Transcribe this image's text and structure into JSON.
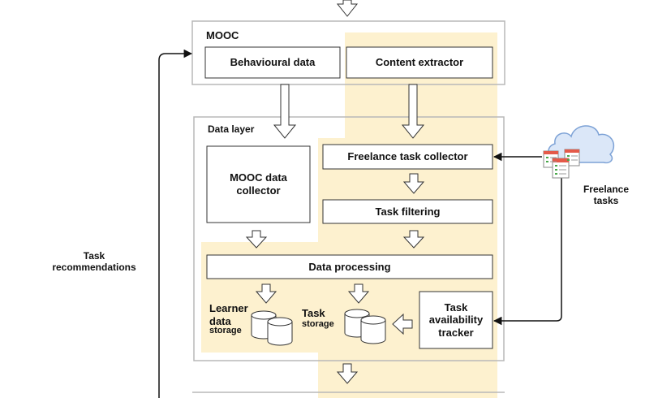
{
  "mooc": {
    "title": "MOOC",
    "behavioural_data": "Behavioural data",
    "content_extractor": "Content extractor"
  },
  "data_layer": {
    "title": "Data layer",
    "mooc_data_collector": [
      "MOOC data",
      "collector"
    ],
    "freelance_task_collector": "Freelance task collector",
    "task_filtering": "Task filtering",
    "data_processing": "Data processing",
    "learner_data": [
      "Learner",
      "data",
      "storage"
    ],
    "task_storage": [
      "Task",
      "storage"
    ],
    "task_availability_tracker": [
      "Task",
      "availability",
      "tracker"
    ]
  },
  "task_recommendations": [
    "Task",
    "recommendations"
  ],
  "freelance_tasks": [
    "Freelance",
    "tasks"
  ],
  "colors": {
    "highlight": "#fdf1cf",
    "container_border": "#b8b8b8",
    "box_border": "#333333",
    "cloud_fill": "#dbe7f8",
    "cloud_stroke": "#7da2d6"
  },
  "icons": [
    "cloud-icon",
    "task-documents-icon",
    "database-icon"
  ]
}
